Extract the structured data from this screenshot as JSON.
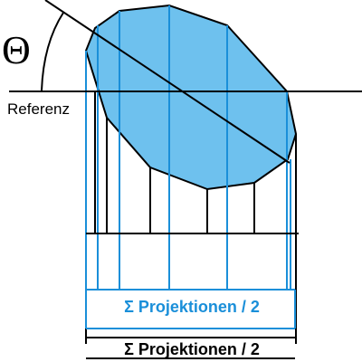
{
  "diagram": {
    "angle_symbol": "Θ",
    "reference_label": "Referenz",
    "blue_projection_label": "Σ Projektionen / 2",
    "black_projection_label": "Σ Projektionen / 2"
  },
  "colors": {
    "shape_fill": "#6ec1ee",
    "blue_lines": "#1a8fd9",
    "black_lines": "#000000",
    "background": "#ffffff"
  }
}
